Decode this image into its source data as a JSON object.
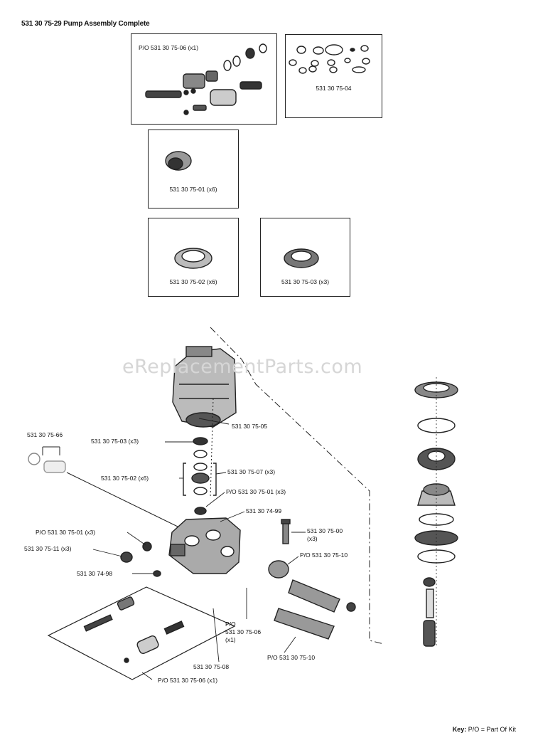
{
  "header": {
    "title": "531 30 75-29 Pump Assembly Complete"
  },
  "watermark": "eReplacementParts.com",
  "kits": {
    "kit_06": "P/O 531 30 75-06 (x1)",
    "kit_04": "531 30 75-04",
    "kit_01": "531 30 75-01 (x6)",
    "kit_02": "531 30 75-02 (x6)",
    "kit_03": "531 30 75-03 (x3)"
  },
  "callouts": {
    "c05": "531 30 75-05",
    "c66": "531 30 75-66",
    "c03": "531 30 75-03 (x3)",
    "c07": "531 30 75-07 (x3)",
    "c02": "531 30 75-02 (x6)",
    "c01a": "P/O 531 30 75-01 (x3)",
    "c99": "531 30 74-99",
    "c01b": "P/O 531 30 75-01 (x3)",
    "c00a": "531 30 75-00",
    "c00b": "(x3)",
    "c11": "531 30 75-11 (x3)",
    "c10a": "P/O 531 30 75-10",
    "c98": "531 30 74-98",
    "c06a": "P/O",
    "c06b": "531 30 75-06",
    "c06c": "(x1)",
    "c10b": "P/O 531 30 75-10",
    "c08": "531 30 75-08",
    "c06d": "P/O 531 30 75-06 (x1)"
  },
  "key": {
    "label": "Key:",
    "text": "P/O = Part Of Kit"
  }
}
